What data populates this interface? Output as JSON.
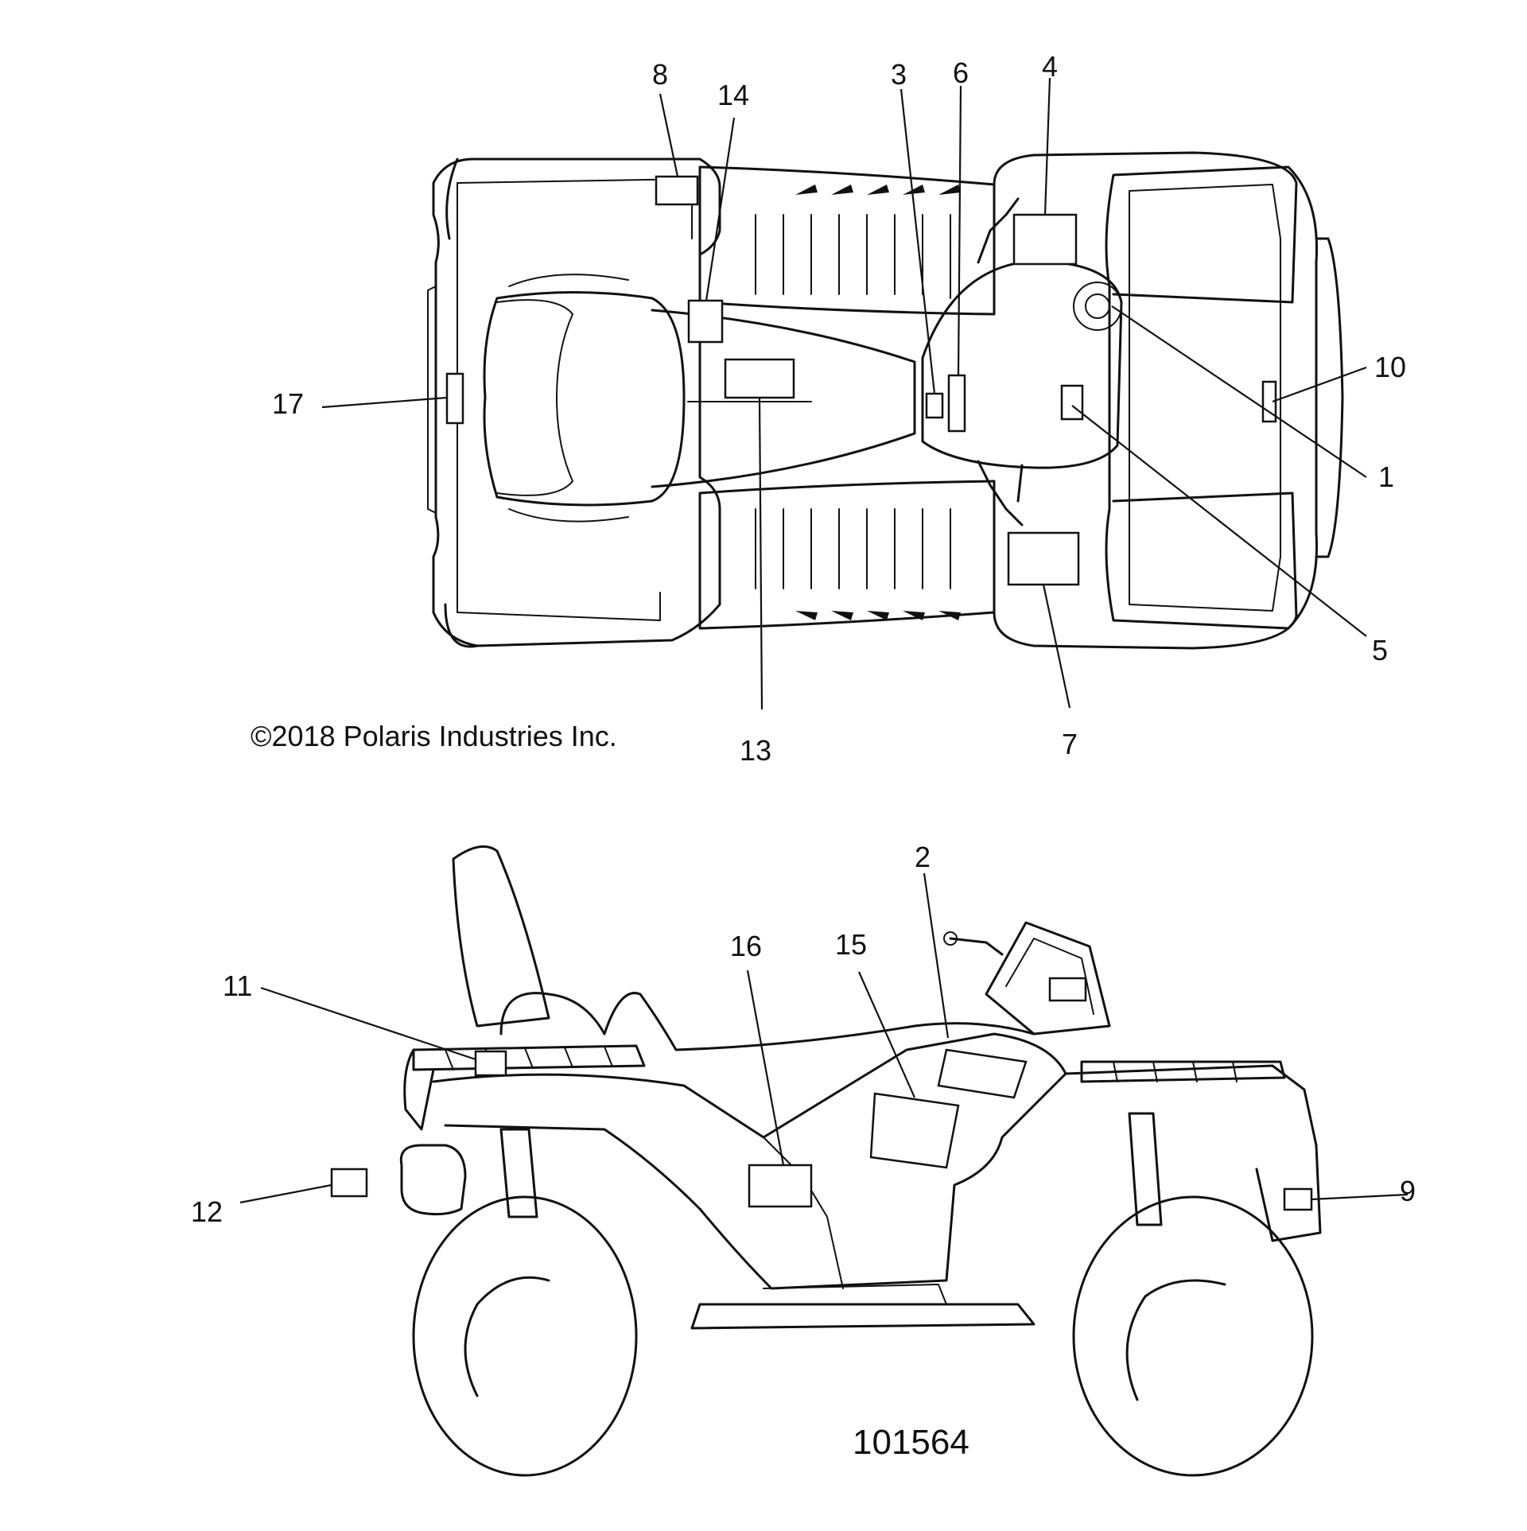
{
  "copyright": "©2018  Polaris Industries Inc.",
  "drawing_number": "101564",
  "callouts": {
    "c1": "1",
    "c2": "2",
    "c3": "3",
    "c4": "4",
    "c5": "5",
    "c6": "6",
    "c7": "7",
    "c8": "8",
    "c9": "9",
    "c10": "10",
    "c11": "11",
    "c12": "12",
    "c13": "13",
    "c14": "14",
    "c15": "15",
    "c16": "16",
    "c17": "17"
  }
}
